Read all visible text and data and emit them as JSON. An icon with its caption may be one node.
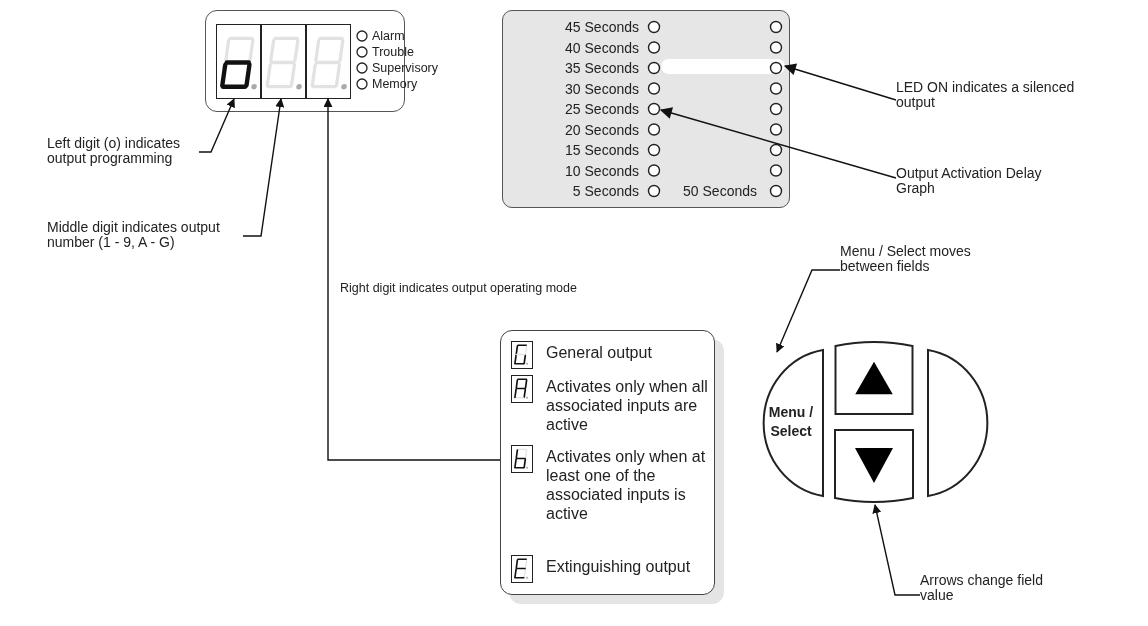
{
  "diagram": {
    "nodes": [
      {
        "text": [
          "Alarm",
          "Trouble",
          "Supervisory",
          "Memory"
        ]
      },
      {
        "text": [],
        "shape": "box",
        "in": 0
      },
      {
        "text": [],
        "shape": "box",
        "in": 0
      },
      {
        "text": [],
        "shape": "box",
        "in": 0
      },
      {
        "text": [
          "Left digit (o) indicates output programming"
        ]
      },
      {
        "text": [
          "Middle digit indicates output number (1 - 9, A - G)"
        ]
      },
      {
        "text": [
          "45 Seconds",
          "40 Seconds",
          "35 Seconds",
          "30 Seconds",
          "25 Seconds",
          "20 Seconds",
          "15 Seconds",
          "10 Seconds",
          "5 Seconds",
          "50 Seconds"
        ]
      },
      {
        "text": [],
        "shape": "bar",
        "in": 6
      },
      {
        "text": [
          "LED ON indicates a silenced output"
        ]
      },
      {
        "text": [
          "Output Activation Delay Graph"
        ]
      },
      {
        "text": [
          "Menu / Select moves between fields"
        ]
      },
      {
        "text": [
          "General output",
          "Activates only when all associated inputs are active",
          "Activates only when at least one of the associated inputs is active",
          "Extinguishing output"
        ]
      },
      {
        "text": [
          "Menu / Select"
        ]
      },
      {
        "text": [],
        "shape": "box"
      },
      {
        "text": [],
        "shape": "box"
      },
      {
        "text": [],
        "shape": "box"
      },
      {
        "text": [
          "Arrows change field value"
        ]
      }
    ],
    "edges": [
      {
        "from": 4,
        "to": 1,
        "arrow": "to"
      },
      {
        "from": 5,
        "to": 2,
        "arrow": "to"
      },
      {
        "from": 11,
        "to": 3,
        "arrow": "to"
      },
      {
        "from": 8,
        "to": 7,
        "arrow": "to"
      },
      {
        "from": 9,
        "to": null,
        "arrow": "to"
      },
      {
        "from": 10,
        "to": 12,
        "arrow": "to"
      },
      {
        "from": 16,
        "to": 14,
        "arrow": "to"
      }
    ],
    "labels": [
      "Right digit indicates output operating mode"
    ]
  }
}
